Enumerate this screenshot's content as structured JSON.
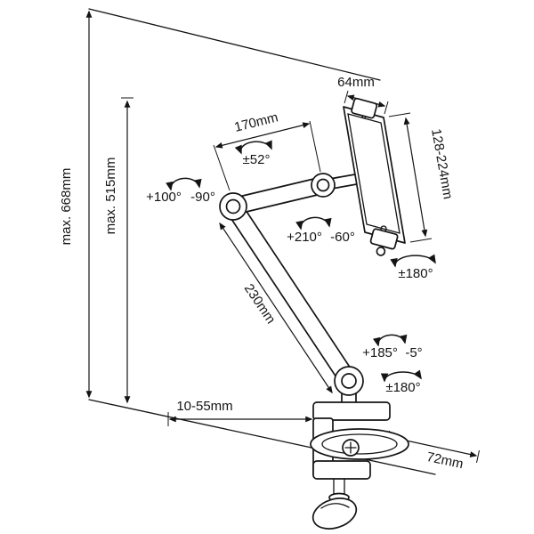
{
  "colors": {
    "ink": "#141414",
    "background": "#ffffff"
  },
  "diagram": {
    "dimensions": {
      "max_total_height": "max. 668mm",
      "max_arm_height": "max. 515mm",
      "upper_arm_length": "170mm",
      "holder_width": "64mm",
      "holder_height_range": "128-224mm",
      "lower_arm_length": "230mm",
      "clamp_range": "10-55mm",
      "base_depth": "72mm"
    },
    "angles": {
      "holder_tilt": "±52°",
      "upper_joint_pos": "+100°",
      "upper_joint_neg": "-90°",
      "mid_joint_pos": "+210°",
      "mid_joint_neg": "-60°",
      "holder_rotation": "±180°",
      "base_joint_pos": "+185°",
      "base_joint_neg": "-5°",
      "base_rotation": "±180°"
    }
  }
}
